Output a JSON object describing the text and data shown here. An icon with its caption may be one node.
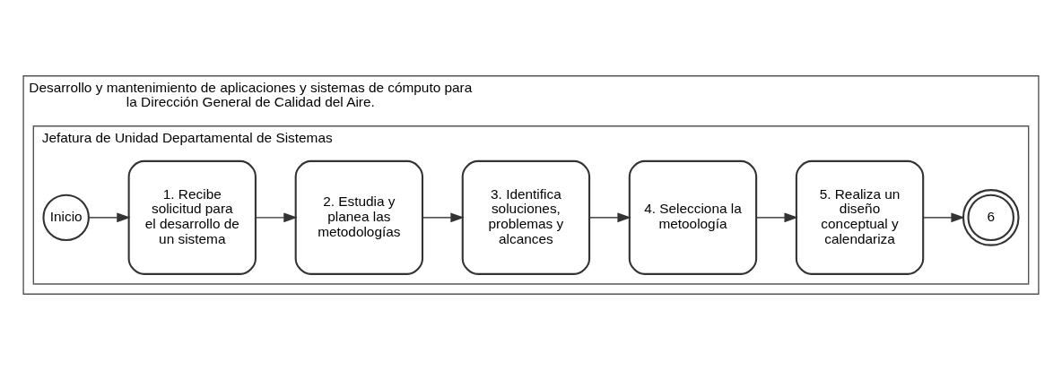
{
  "diagram": {
    "nodes": [
      {
        "text": [
          "Desarrollo y mantenimiento de aplicaciones y sistemas de cómputo para la Dirección General de Calidad del Aire."
        ]
      },
      {
        "text": [
          "Jefatura de Unidad Departamental de Sistemas"
        ],
        "in": 0
      },
      {
        "text": [
          "Inicio"
        ],
        "in": 1
      },
      {
        "text": [
          "1. Recibe solicitud para el desarrollo de un sistema"
        ],
        "in": 1
      },
      {
        "text": [
          "2. Estudia y planea las metodologías"
        ],
        "in": 1
      },
      {
        "text": [
          "3. Identifica soluciones, problemas y alcances"
        ],
        "in": 1
      },
      {
        "text": [
          "4. Selecciona la metoología"
        ],
        "in": 1
      },
      {
        "text": [
          "5. Realiza un diseño conceptual y calendariza"
        ],
        "in": 1
      },
      {
        "text": [
          "6"
        ],
        "in": 1
      }
    ],
    "edges": [
      {
        "from": 2,
        "to": 3,
        "arrow": "to"
      },
      {
        "from": 3,
        "to": 4,
        "arrow": "to"
      },
      {
        "from": 4,
        "to": 5,
        "arrow": "to"
      },
      {
        "from": 5,
        "to": 6,
        "arrow": "to"
      },
      {
        "from": 6,
        "to": 7,
        "arrow": "to"
      },
      {
        "from": 7,
        "to": 8,
        "arrow": "to"
      }
    ]
  }
}
